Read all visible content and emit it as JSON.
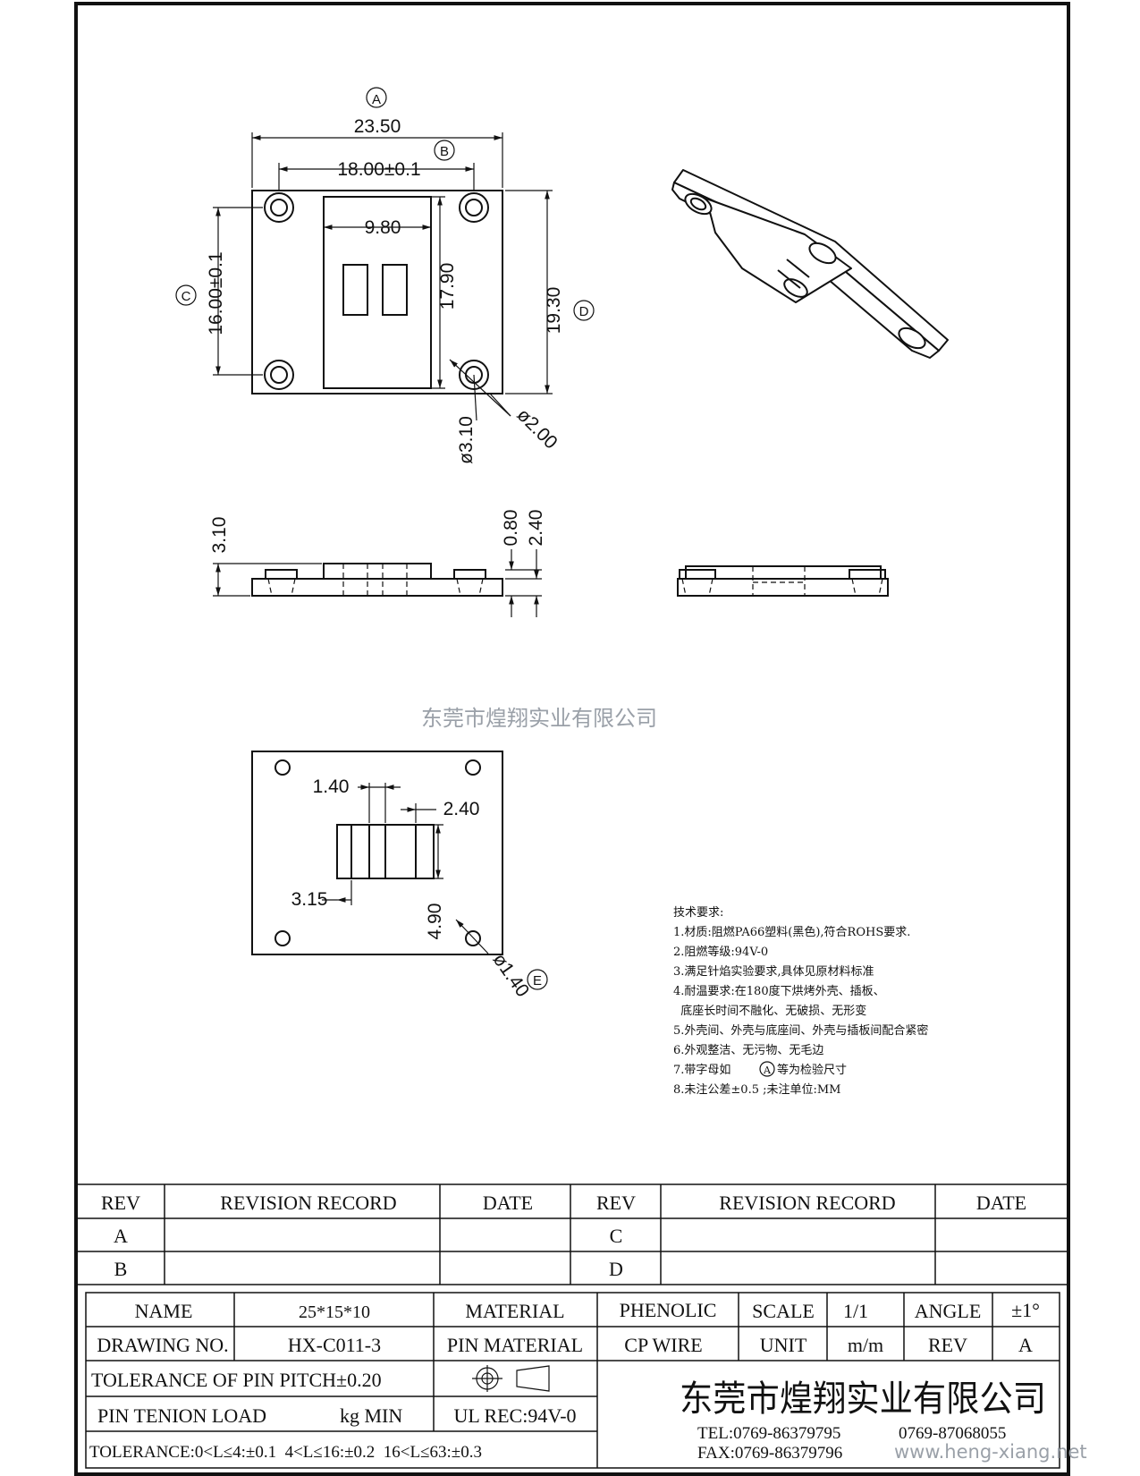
{
  "top_view": {
    "datum_a": "A",
    "width": "23.50",
    "datum_b": "B",
    "hole_pitch_x": "18.00±0.1",
    "inner_width": "9.80",
    "inner_height": "17.90",
    "datum_c": "C",
    "hole_pitch_y": "16.00±0.1",
    "datum_d": "D",
    "height": "19.30",
    "hole_outer": "ø3.10",
    "hole_inner": "ø2.00"
  },
  "side_view": {
    "total_height": "3.10",
    "step": "0.80",
    "base_thick": "2.40"
  },
  "watermark_center": "东莞市煌翔实业有限公司",
  "bottom_view": {
    "slot_gap": "1.40",
    "slot_width": "2.40",
    "slot_offset": "3.15",
    "slot_height": "4.90",
    "pin_hole": "ø1.40",
    "datum_e": "E"
  },
  "notes": {
    "title": "技术要求:",
    "lines": [
      "1.材质:阻燃PA66塑料(黑色),符合ROHS要求.",
      "2.阻燃等级:94V-0",
      "3.满足针焰实验要求,具体见原材料标准",
      "4.耐温要求:在180度下烘烤外壳、插板、",
      "  底座长时间不融化、无破损、无形变",
      "5.外壳间、外壳与底座间、外壳与插板间配合紧密",
      "6.外观整洁、无污物、无毛边",
      "7.带字母如",
      "8.未注公差±0.5 ;未注单位:MM"
    ],
    "line7_circle": "A",
    "line7_tail": "等为检验尺寸"
  },
  "revision_table": {
    "headers": [
      "REV",
      "REVISION RECORD",
      "DATE",
      "REV",
      "REVISION RECORD",
      "DATE"
    ],
    "left_revs": [
      "A",
      "B"
    ],
    "right_revs": [
      "C",
      "D"
    ]
  },
  "title_block": {
    "name_label": "NAME",
    "name_value": "25*15*10",
    "material_label": "MATERIAL",
    "material_value": "PHENOLIC",
    "scale_label": "SCALE",
    "scale_value": "1/1",
    "angle_label": "ANGLE",
    "angle_value": "±1°",
    "drawing_no_label": "DRAWING NO.",
    "drawing_no_value": "HX-C011-3",
    "pin_material_label": "PIN MATERIAL",
    "pin_material_value": "CP WIRE",
    "unit_label": "UNIT",
    "unit_value": "m/m",
    "rev_label": "REV",
    "rev_value": "A",
    "pitch_tol": "TOLERANCE OF PIN PITCH±0.20",
    "pin_load_label": "PIN TENION LOAD",
    "pin_load_unit": "kg MIN",
    "ul_rec": "UL REC:94V-0",
    "tolerance": "TOLERANCE:0<L≤4:±0.1  4<L≤16:±0.2  16<L≤63:±0.3",
    "company": "东莞市煌翔实业有限公司",
    "tel1": "TEL:0769-86379795",
    "tel2": "0769-87068055",
    "fax": "FAX:0769-86379796",
    "website": "www.heng-xiang.net"
  }
}
